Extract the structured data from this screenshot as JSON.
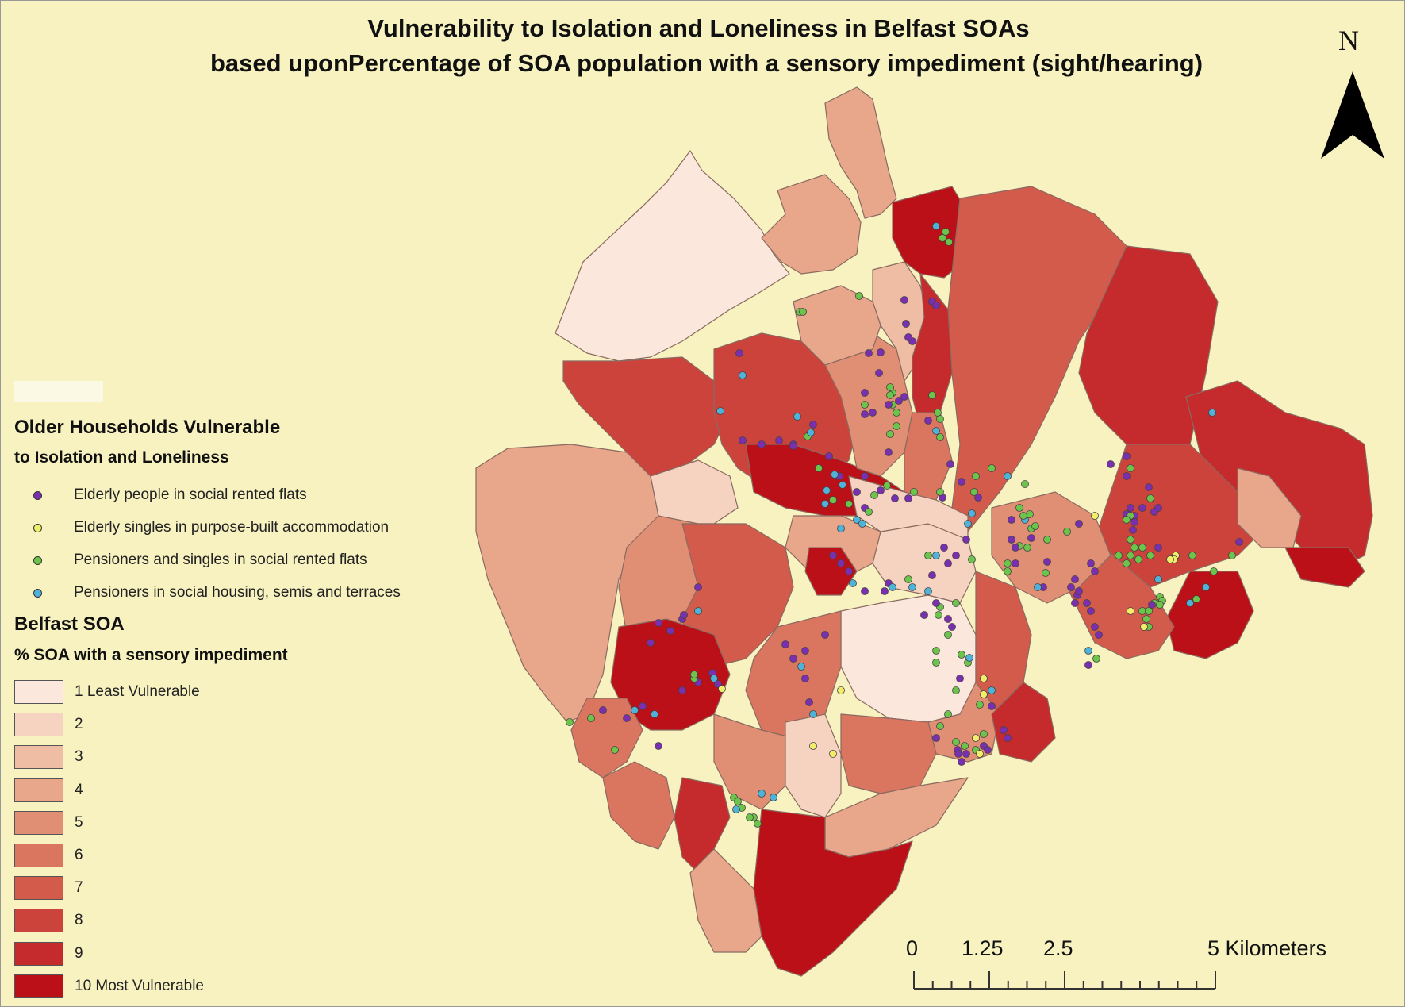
{
  "title": {
    "line1": "Vulnerability to Isolation and Loneliness in Belfast SOAs",
    "line2": "based uponPercentage of SOA population with a sensory impediment (sight/hearing)"
  },
  "north": {
    "label": "N"
  },
  "legend": {
    "points_heading1": "Older Households Vulnerable",
    "points_heading2": "to Isolation and Loneliness",
    "points": [
      {
        "label": "Elderly people in social rented flats",
        "color": "#7a2fb0"
      },
      {
        "label": "Elderly singles in purpose-built accommodation",
        "color": "#f2ee6a"
      },
      {
        "label": "Pensioners and singles in social rented flats",
        "color": "#6cc44a"
      },
      {
        "label": "Pensioners in social housing, semis and terraces",
        "color": "#4fb3d9"
      }
    ],
    "soa_heading1": "Belfast SOA",
    "soa_heading2": "% SOA with a sensory impediment",
    "classes": [
      {
        "label": "1 Least Vulnerable",
        "color": "#fbe7dc"
      },
      {
        "label": "2",
        "color": "#f6d2c0"
      },
      {
        "label": "3",
        "color": "#efbca4"
      },
      {
        "label": "4",
        "color": "#e8a68a"
      },
      {
        "label": "5",
        "color": "#e18f74"
      },
      {
        "label": "6",
        "color": "#da7660"
      },
      {
        "label": "7",
        "color": "#d35b4c"
      },
      {
        "label": "8",
        "color": "#cc433c"
      },
      {
        "label": "9",
        "color": "#c52a2c"
      },
      {
        "label": "10 Most Vulnerable",
        "color": "#bb1018"
      }
    ]
  },
  "scale": {
    "labels": [
      "0",
      "1.25",
      "2.5",
      "5 Kilometers"
    ]
  },
  "colors": {
    "background": "#f7f2c0",
    "boundary": "#8a6a60"
  }
}
